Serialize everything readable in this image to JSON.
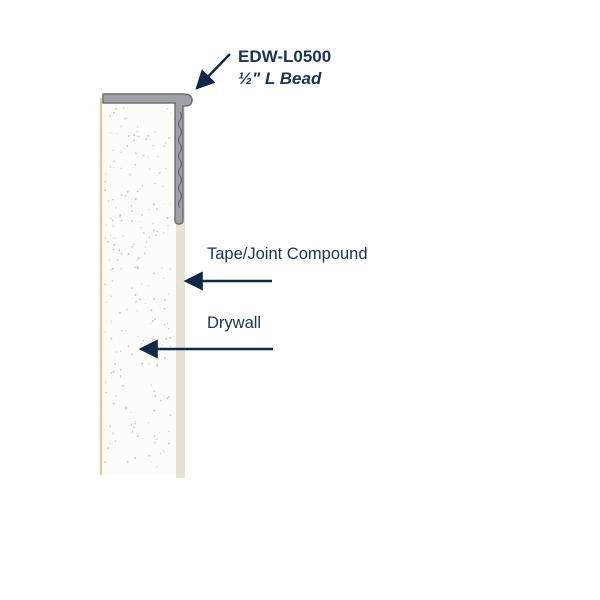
{
  "bead": {
    "code": "EDW-L0500",
    "description": "½\" L Bead"
  },
  "labels": {
    "tape_joint_compound": "Tape/Joint Compound",
    "drywall": "Drywall"
  },
  "colors": {
    "text": "#1a3352",
    "arrow": "#0f2847",
    "drywall_fill": "#fdfcf8",
    "drywall_edge": "#d9caa3",
    "compound_fill": "#e6e2d3",
    "bead_metal": "#9ea2a8",
    "bead_outline": "#6c7178",
    "speckle": "#c9c4b6"
  }
}
